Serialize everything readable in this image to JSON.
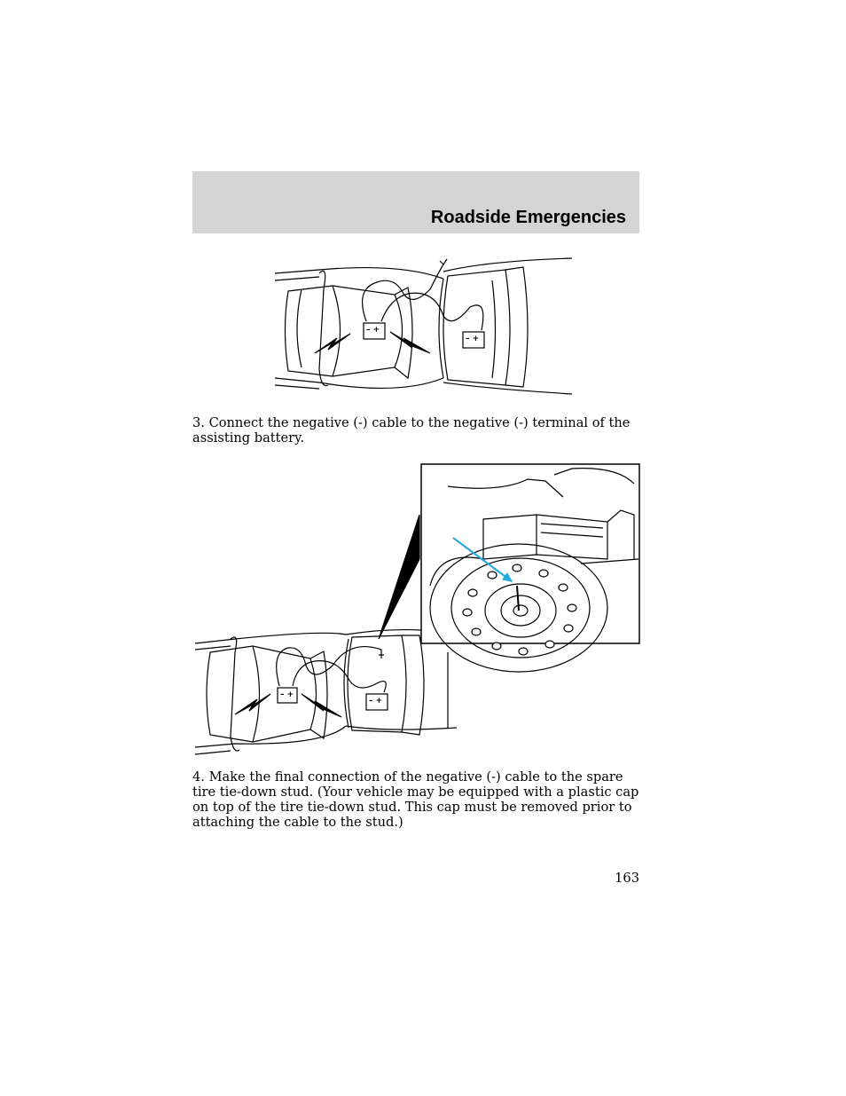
{
  "header": {
    "title": "Roadside Emergencies"
  },
  "paragraphs": {
    "step3": "3. Connect the negative (-) cable to the negative (-) terminal of the assisting battery.",
    "step4": "4. Make the final connection of the negative (-) cable to the spare tire tie-down stud. (Your vehicle may be equipped with a plastic cap on top of the tire tie-down stud. This cap must be removed prior to attaching the cable to the stud.)"
  },
  "figures": {
    "battery_terminal_label": "– +",
    "highlight_color": "#2aa8e0"
  },
  "page_number": "163"
}
